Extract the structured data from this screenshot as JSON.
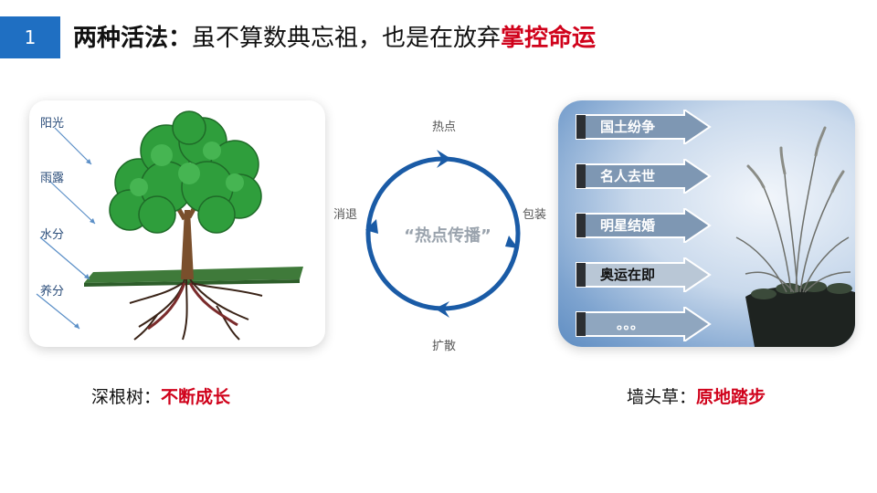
{
  "header": {
    "slide_number": "1",
    "title_bold": "两种活法：",
    "title_normal": "虽不算数典忘祖，也是在放弃",
    "title_red": "掌控命运"
  },
  "tree_card": {
    "labels": [
      "阳光",
      "雨露",
      "水分",
      "养分"
    ]
  },
  "cycle": {
    "top": "热点",
    "right": "包装",
    "bottom": "扩散",
    "left": "消退",
    "center": "“热点传播”"
  },
  "news_card": {
    "items": [
      "国土纷争",
      "名人去世",
      "明星结婚",
      "奥运在即",
      "。。。"
    ]
  },
  "captions": {
    "left_prefix": "深根树：",
    "left_red": "不断成长",
    "right_prefix": "墙头草：",
    "right_red": "原地踏步"
  },
  "colors": {
    "accent_blue": "#1f6fc2",
    "accent_red": "#d0021b",
    "cycle_blue": "#1a5ba6"
  }
}
